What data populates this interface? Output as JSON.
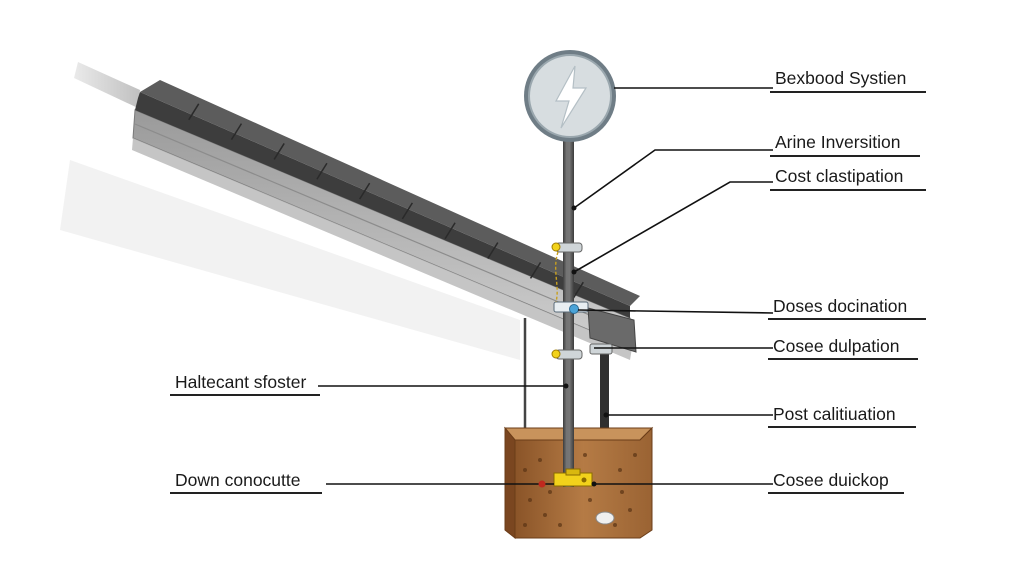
{
  "diagram": {
    "labels_right": [
      {
        "id": "r1",
        "text": "Bexbood Systien"
      },
      {
        "id": "r2",
        "text": "Arine Inversition"
      },
      {
        "id": "r3",
        "text": "Cost clastipation"
      },
      {
        "id": "r4",
        "text": "Doses docination"
      },
      {
        "id": "r5",
        "text": "Cosee dulpation"
      },
      {
        "id": "r6",
        "text": "Post calitiuation"
      },
      {
        "id": "r7",
        "text": "Cosee duickop"
      }
    ],
    "labels_left": [
      {
        "id": "l1",
        "text": "Haltecant sfoster"
      },
      {
        "id": "l2",
        "text": "Down conocutte"
      }
    ],
    "sign_icon": "lightning-bolt-icon",
    "colors": {
      "rail": "#4a4a4a",
      "pole": "#555555",
      "soil": "#a8703d",
      "clamp_yellow": "#f2d21b",
      "sign_ring": "#6f7d86",
      "sign_face": "#d7dde0",
      "leader": "#111111"
    }
  }
}
